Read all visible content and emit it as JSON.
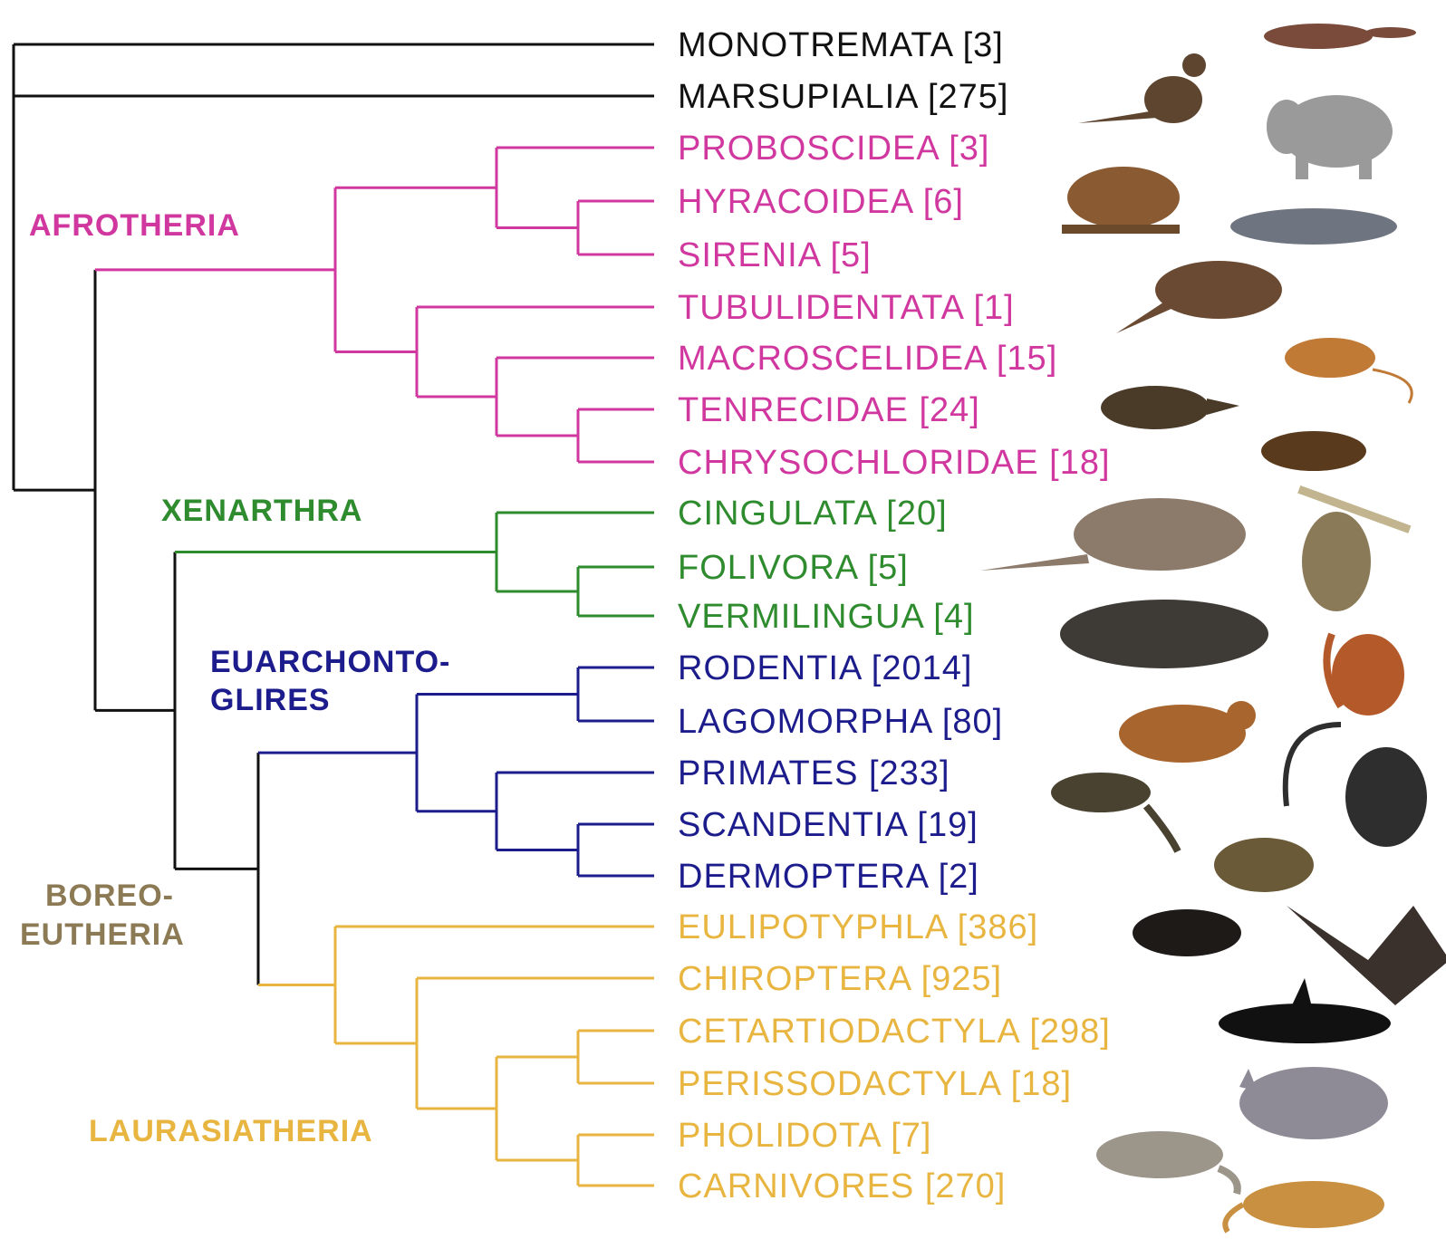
{
  "colors": {
    "basal": "#111111",
    "afrotheria": "#d0389f",
    "xenarthra": "#2e8b2e",
    "euarchontoglires": "#1c1c8c",
    "boreoeutheria": "#8c7a55",
    "laurasiatheria": "#e8b640"
  },
  "clades": {
    "afrotheria": "AFROTHERIA",
    "xenarthra": "XENARTHRA",
    "euarchontoglires_line1": "EUARCHONTO-",
    "euarchontoglires_line2": "GLIRES",
    "boreoeutheria_line1": "BOREO-",
    "boreoeutheria_line2": "EUTHERIA",
    "laurasiatheria": "LAURASIATHERIA"
  },
  "taxa": [
    {
      "label": "MONOTREMATA [3]",
      "group": "basal",
      "icon": "platypus-illustration"
    },
    {
      "label": "MARSUPIALIA [275]",
      "group": "basal",
      "icon": "wallaby-illustration"
    },
    {
      "label": "PROBOSCIDEA [3]",
      "group": "afrotheria",
      "icon": "elephant-illustration"
    },
    {
      "label": "HYRACOIDEA [6]",
      "group": "afrotheria",
      "icon": "hyrax-illustration"
    },
    {
      "label": "SIRENIA [5]",
      "group": "afrotheria",
      "icon": "manatee-illustration"
    },
    {
      "label": "TUBULIDENTATA [1]",
      "group": "afrotheria",
      "icon": "aardvark-illustration"
    },
    {
      "label": "MACROSCELIDEA [15]",
      "group": "afrotheria",
      "icon": "elephant-shrew-illustration"
    },
    {
      "label": "TENRECIDAE [24]",
      "group": "afrotheria",
      "icon": "tenrec-illustration"
    },
    {
      "label": "CHRYSOCHLORIDAE [18]",
      "group": "afrotheria",
      "icon": "golden-mole-illustration"
    },
    {
      "label": "CINGULATA [20]",
      "group": "xenarthra",
      "icon": "armadillo-illustration"
    },
    {
      "label": "FOLIVORA [5]",
      "group": "xenarthra",
      "icon": "sloth-illustration"
    },
    {
      "label": "VERMILINGUA [4]",
      "group": "xenarthra",
      "icon": "anteater-illustration"
    },
    {
      "label": "RODENTIA [2014]",
      "group": "euarchontoglires",
      "icon": "squirrel-illustration"
    },
    {
      "label": "LAGOMORPHA [80]",
      "group": "euarchontoglires",
      "icon": "hare-illustration"
    },
    {
      "label": "PRIMATES [233]",
      "group": "euarchontoglires",
      "icon": "monkey-illustration"
    },
    {
      "label": "SCANDENTIA [19]",
      "group": "euarchontoglires",
      "icon": "treeshrew-illustration"
    },
    {
      "label": "DERMOPTERA [2]",
      "group": "euarchontoglires",
      "icon": "colugo-illustration"
    },
    {
      "label": "EULIPOTYPHLA [386]",
      "group": "laurasiatheria",
      "icon": "mole-illustration"
    },
    {
      "label": "CHIROPTERA [925]",
      "group": "laurasiatheria",
      "icon": "bat-illustration"
    },
    {
      "label": "CETARTIODACTYLA [298]",
      "group": "laurasiatheria",
      "icon": "orca-illustration"
    },
    {
      "label": "PERISSODACTYLA [18]",
      "group": "laurasiatheria",
      "icon": "rhinoceros-illustration"
    },
    {
      "label": "PHOLIDOTA [7]",
      "group": "laurasiatheria",
      "icon": "pangolin-illustration"
    },
    {
      "label": "CARNIVORES [270]",
      "group": "laurasiatheria",
      "icon": "leopard-illustration"
    }
  ]
}
